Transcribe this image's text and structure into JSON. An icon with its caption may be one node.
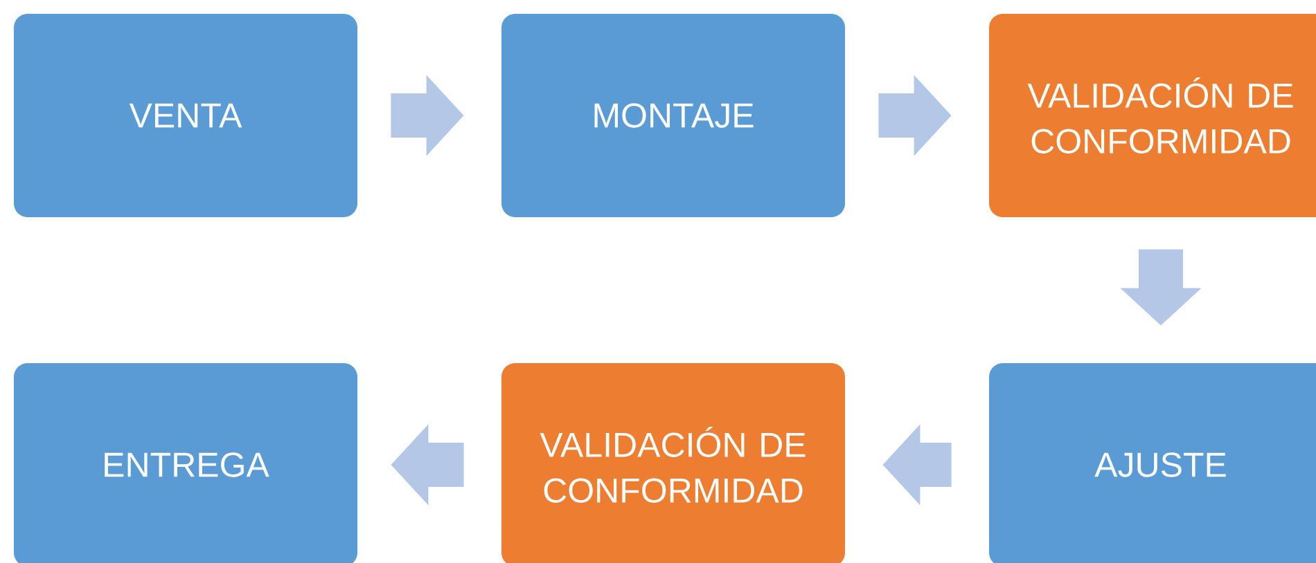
{
  "diagram": {
    "nodes": [
      {
        "text": [
          "VENTA"
        ]
      },
      {
        "text": [
          "MONTAJE"
        ]
      },
      {
        "text": [
          "VALIDACIÓN DE CONFORMIDAD"
        ]
      },
      {
        "text": [
          "ENTREGA"
        ]
      },
      {
        "text": [
          "VALIDACIÓN DE CONFORMIDAD"
        ]
      },
      {
        "text": [
          "AJUSTE"
        ]
      }
    ],
    "edges": [
      {
        "from": 0,
        "to": 1,
        "arrow": "to"
      },
      {
        "from": 1,
        "to": 2,
        "arrow": "to"
      },
      {
        "from": 2,
        "to": 5,
        "arrow": "to"
      },
      {
        "from": 5,
        "to": 4,
        "arrow": "to"
      },
      {
        "from": 4,
        "to": 3,
        "arrow": "to"
      }
    ]
  }
}
